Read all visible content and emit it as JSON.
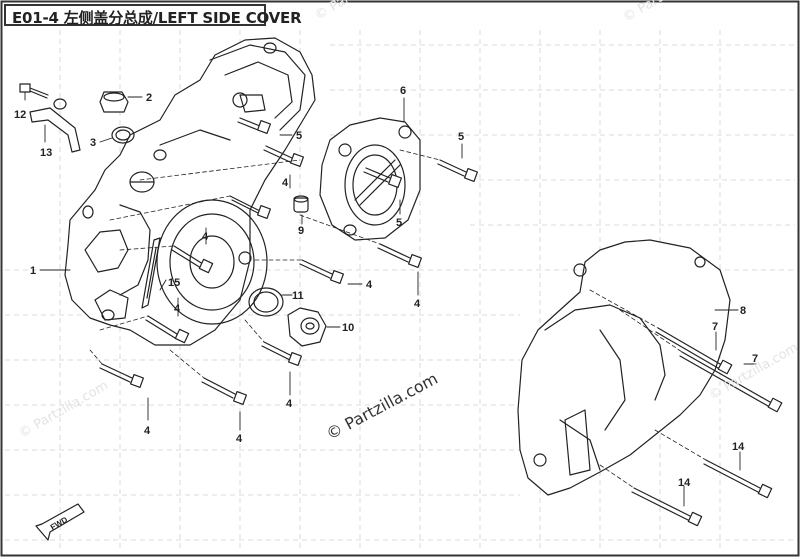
{
  "title": "E01-4  左侧盖分总成/LEFT SIDE COVER",
  "watermark_text": "© Partzilla.com",
  "watermark_center": "© Partzilla.com",
  "fwd_label": "FWD",
  "callouts": {
    "c1": "1",
    "c2": "2",
    "c3": "3",
    "c4a": "4",
    "c4b": "4",
    "c4c": "4",
    "c4d": "4",
    "c4e": "4",
    "c4f": "4",
    "c4g": "4",
    "c4h": "4",
    "c5a": "5",
    "c5b": "5",
    "c5c": "5",
    "c6": "6",
    "c7a": "7",
    "c7b": "7",
    "c8": "8",
    "c9": "9",
    "c10": "10",
    "c11": "11",
    "c12": "12",
    "c13": "13",
    "c14a": "14",
    "c14b": "14",
    "c15": "15"
  },
  "colors": {
    "line": "#222222",
    "grid": "#cfcfcf",
    "frame": "#333333",
    "watermark": "#e3e3e3"
  }
}
